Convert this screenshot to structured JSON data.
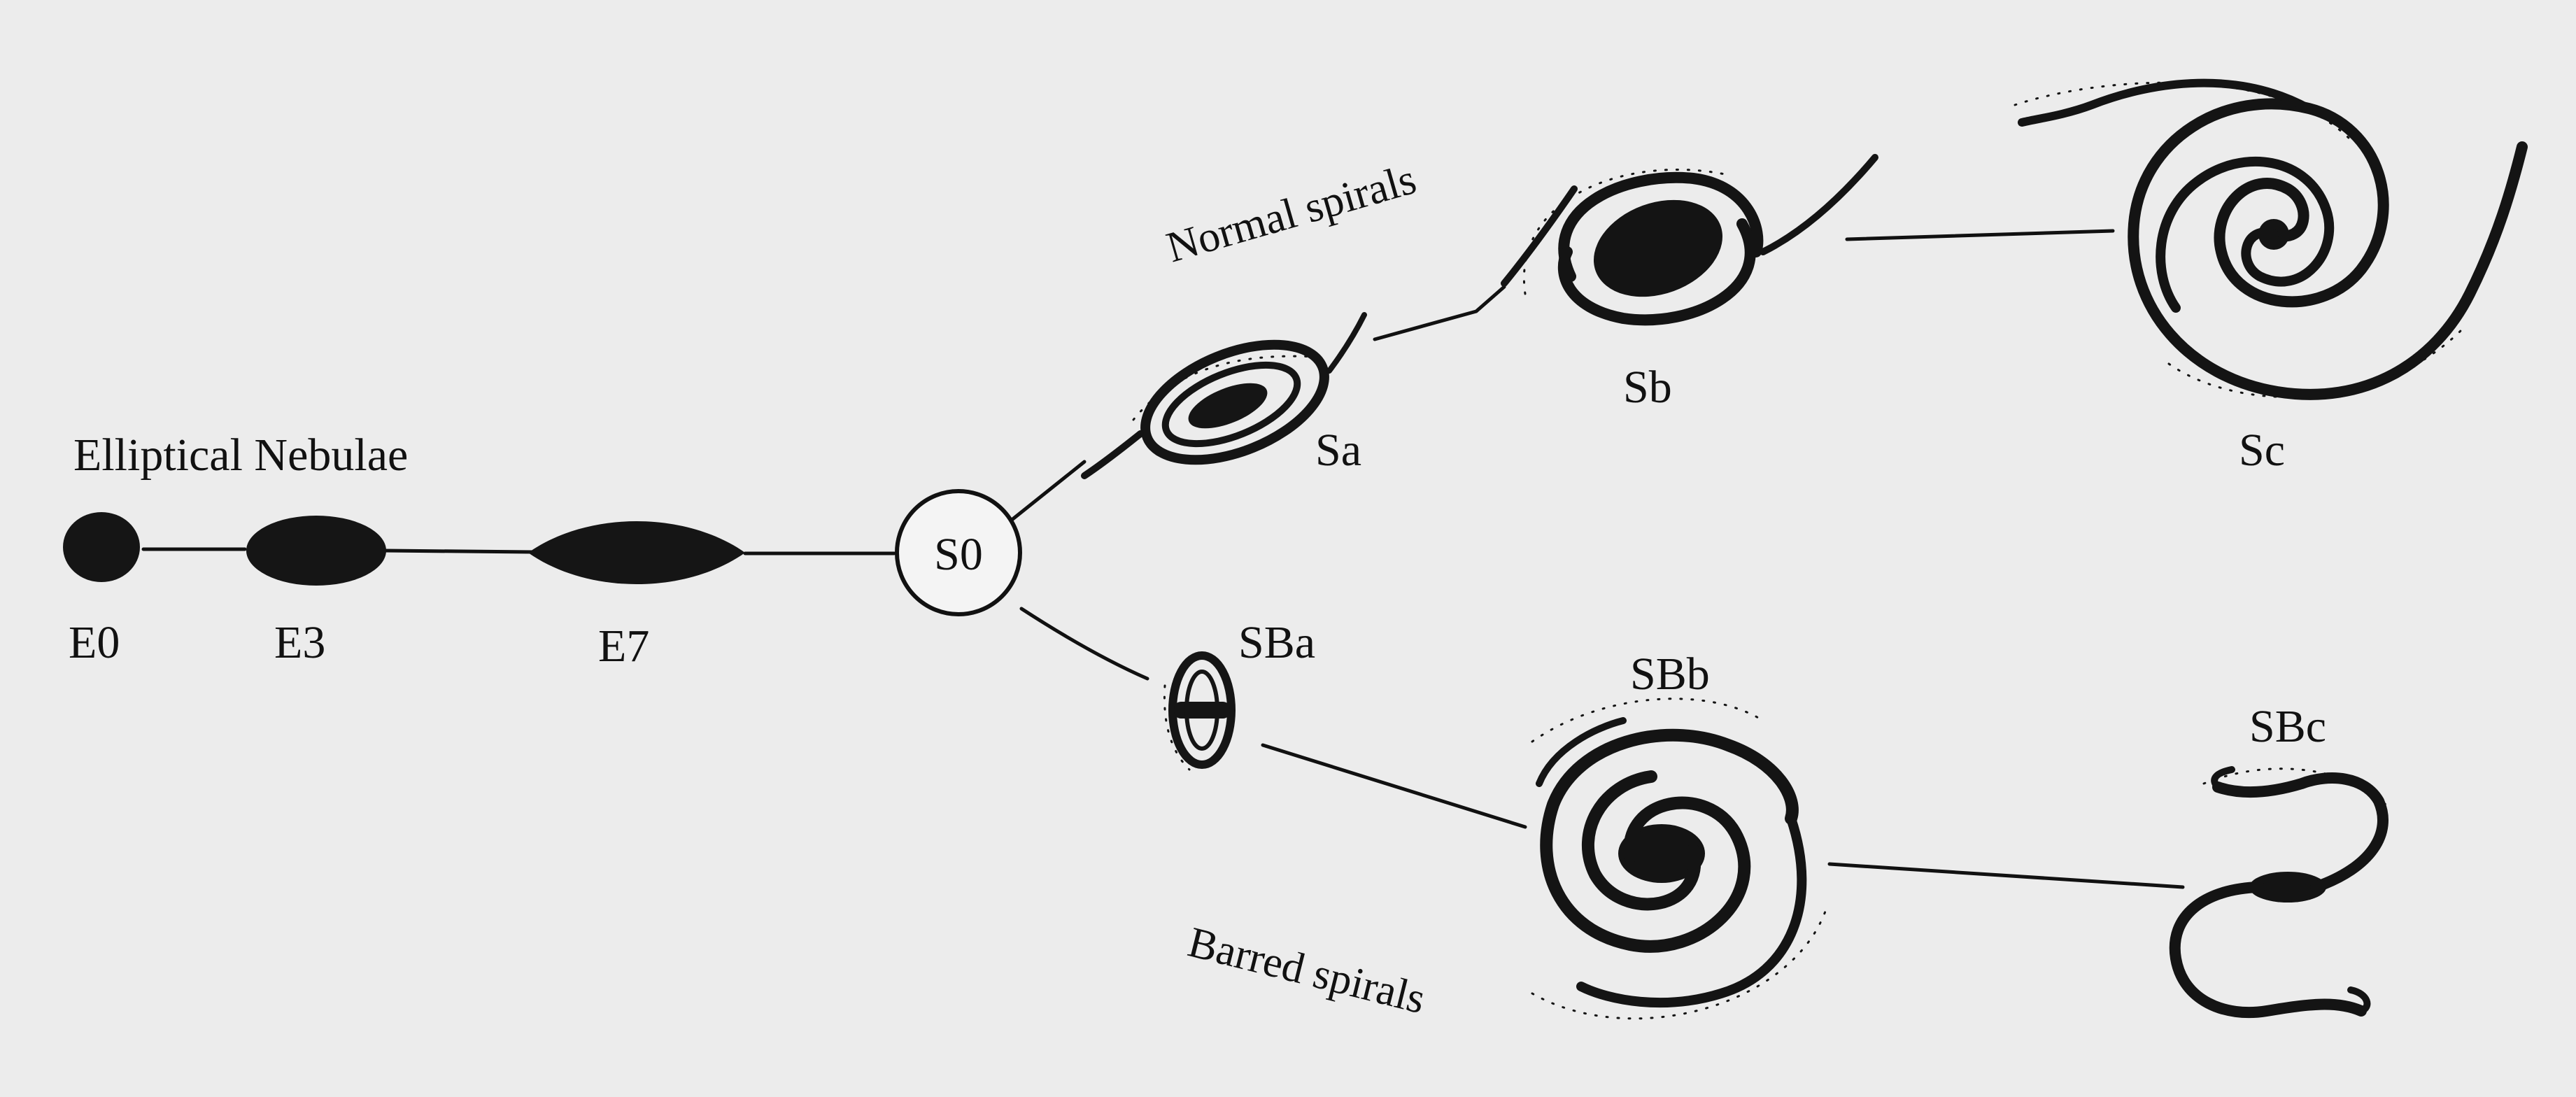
{
  "diagram": {
    "headings": {
      "elliptical": "Elliptical Nebulae",
      "normal": "Normal spirals",
      "barred": "Barred spirals"
    },
    "classes": {
      "e0": "E0",
      "e3": "E3",
      "e7": "E7",
      "s0": "S0",
      "sa": "Sa",
      "sb": "Sb",
      "sc": "Sc",
      "sba": "SBa",
      "sbb": "SBb",
      "sbc": "SBc"
    },
    "colors": {
      "background": "#ececec",
      "ink": "#111111"
    }
  }
}
